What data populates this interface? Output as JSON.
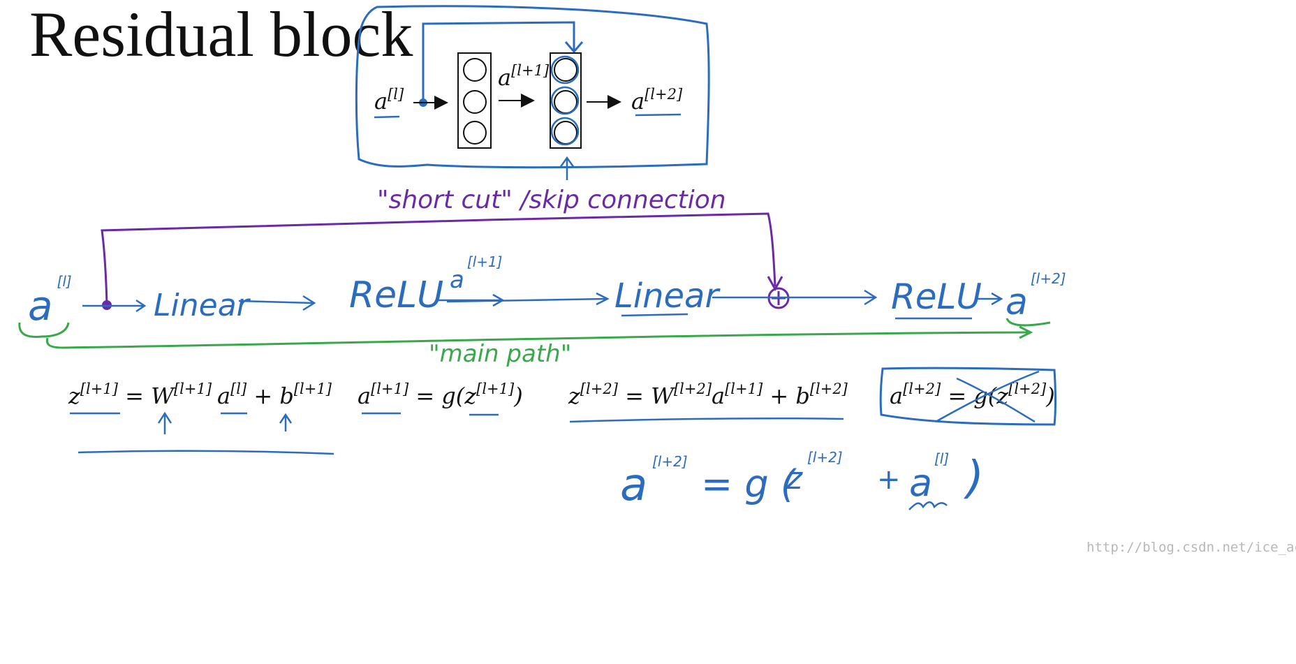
{
  "title": "Residual block",
  "colors": {
    "ink": "#111111",
    "blue": "#2b6cbf",
    "purple": "#6a2aa8",
    "green": "#3aa84a",
    "watermark": "#b8b8b8"
  },
  "top_diagram": {
    "input": {
      "base": "a",
      "sup": "[l]"
    },
    "hidden": {
      "base": "a",
      "sup": "[l+1]"
    },
    "output": {
      "base": "a",
      "sup": "[l+2]"
    }
  },
  "shortcut_label": "\"short cut\" /skip connection",
  "flow": {
    "input": {
      "base": "a",
      "sup": "[l]"
    },
    "linear1": "Linear",
    "relu1": "ReLU",
    "mid": {
      "base": "a",
      "sup": "[l+1]"
    },
    "linear2": "Linear",
    "relu2": "ReLU",
    "output": {
      "base": "a",
      "sup": "[l+2]"
    }
  },
  "main_path_label": "\"main path\"",
  "equations": {
    "eq1": {
      "z": "z",
      "zs": "[l+1]",
      "eq": " = ",
      "W": "W",
      "Ws": "[l+1]",
      "a": "a",
      "as": "[l]",
      "plus": " + ",
      "b": "b",
      "bs": "[l+1]"
    },
    "eq2": {
      "a": "a",
      "as": "[l+1]",
      "mid": " = g(",
      "z": "z",
      "zs": "[l+1]",
      "close": ")"
    },
    "eq3": {
      "z": "z",
      "zs": "[l+2]",
      "eq": " =  ",
      "W": "W",
      "Ws": "[l+2]",
      "a": "a",
      "as": "[l+1]",
      "plus": " + ",
      "b": "b",
      "bs": "[l+2]"
    },
    "eq4": {
      "a": "a",
      "as": "[l+2]",
      "mid": " = g(",
      "z": "z",
      "zs": "[l+2]",
      "close": ")"
    }
  },
  "final_eq": {
    "a": "a",
    "as": "[l+2]",
    "eq": "= g (",
    "z": "z",
    "zs": "[l+2]",
    "plus": "+",
    "a2": "a",
    "a2s": "[l]",
    "close": ")"
  },
  "watermark": "http://blog.csdn.net/ice_actor"
}
